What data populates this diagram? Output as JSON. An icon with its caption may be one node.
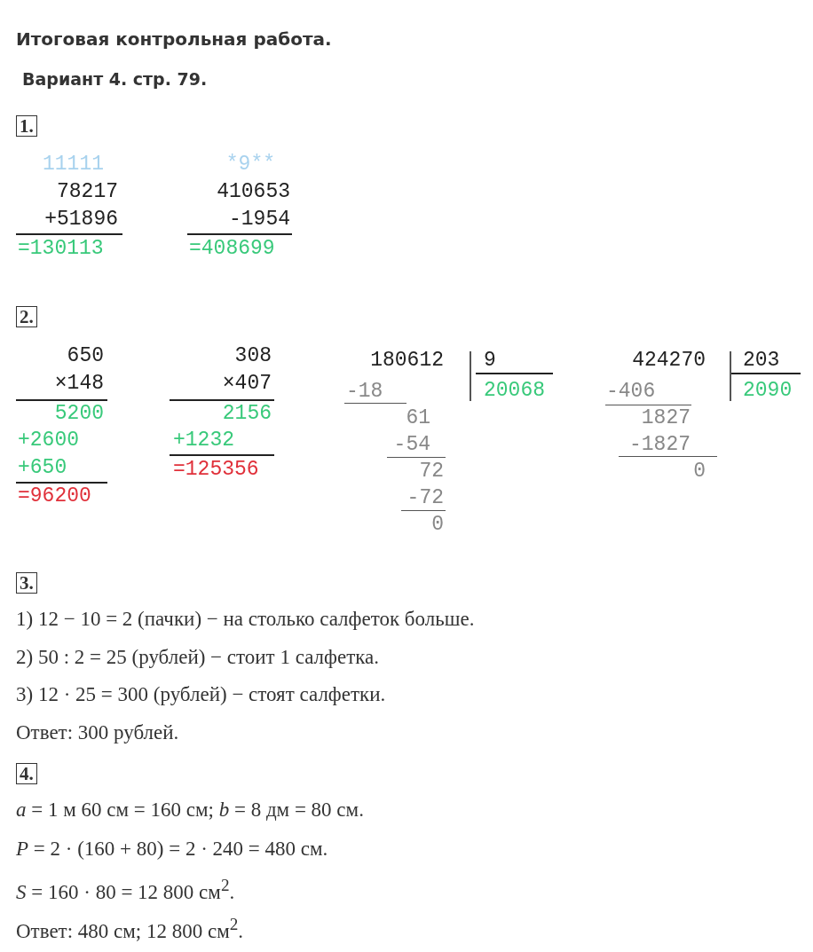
{
  "diagram": {
    "title": "Итоговая контрольная работа.",
    "labels": [
      "Вариант 4. стр. 79.",
      "1.",
      "11111",
      "*9**",
      "78217",
      "+51896",
      "=130113",
      "410653",
      "-1954",
      "=408699",
      "2.",
      "650",
      "×148",
      "5200",
      "+2600",
      "+650",
      "=96200",
      "308",
      "×407",
      "2156",
      "+1232",
      "=125356",
      "180612",
      "9",
      "20068",
      "-18",
      "61",
      "-54",
      "72",
      "-72",
      "0",
      "424270",
      "203",
      "2090",
      "-406",
      "1827",
      "-1827",
      "0",
      "3.",
      "1) 12 − 10 = 2 (пачки) − на столько салфеток больше.",
      "2) 50 : 2 = 25 (рублей) − стоит 1 салфетка.",
      "3) 12 · 25 = 300 (рублей) − стоят салфетки.",
      "Ответ:  300 рублей.",
      "4.",
      "*a* = 1 м 60 см = 160 см;   *b* = 8 дм = 80 см.",
      "*P* = 2 · (160 + 80) = 2 · 240 = 480 см.",
      "*S* = 160 · 80 = 12 800 см$^{2}$.",
      "Ответ:  480 см;   12 800 см$^{2}$."
    ]
  }
}
